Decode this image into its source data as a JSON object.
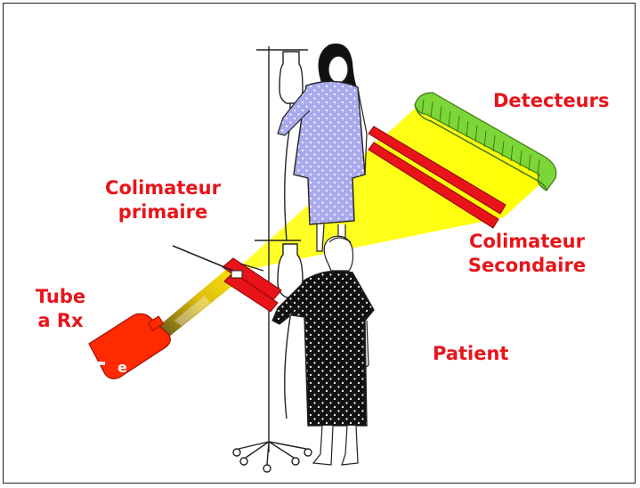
{
  "labels": {
    "detecteurs": "Detecteurs",
    "colimateur_primaire_l1": "Colimateur",
    "colimateur_primaire_l2": "primaire",
    "colimateur_secondaire_l1": "Colimateur",
    "colimateur_secondaire_l2": "Secondaire",
    "tube_l1": "Tube",
    "tube_l2": "a Rx",
    "patient": "Patient"
  },
  "colors": {
    "label_red": "#e8141a",
    "beam_yellow": "#ffff00",
    "detector_green": "#7cd638",
    "collimator_red": "#e8141a",
    "tube_red": "#ff2a00",
    "gown_lavender": "#a8a8ec",
    "gown_black": "#111111"
  }
}
